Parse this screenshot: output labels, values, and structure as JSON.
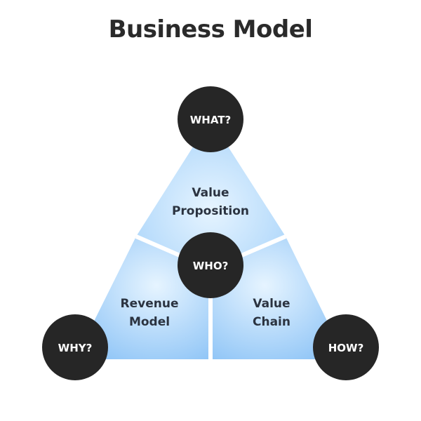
{
  "title": "Business Model",
  "segments": {
    "top": {
      "line1": "Value",
      "line2": "Proposition"
    },
    "left": {
      "line1": "Revenue",
      "line2": "Model"
    },
    "right": {
      "line1": "Value",
      "line2": "Chain"
    }
  },
  "nodes": {
    "top": "WHAT?",
    "center": "WHO?",
    "left": "WHY?",
    "right": "HOW?"
  },
  "colors": {
    "node_fill": "#262626",
    "segment_light": "#e2f2ff",
    "segment_dark": "#8ec5f7",
    "divider": "#ffffff",
    "title": "#2a2a2a"
  }
}
